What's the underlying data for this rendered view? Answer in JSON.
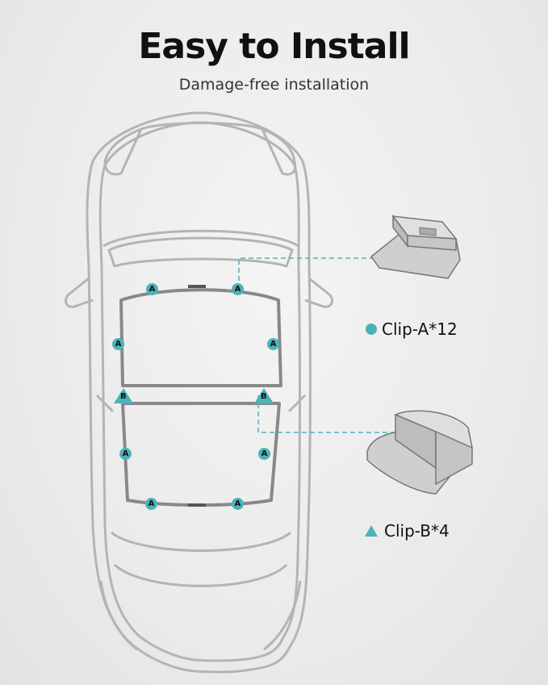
{
  "header": {
    "title": "Easy to Install",
    "subtitle": "Damage-free installation"
  },
  "markers": {
    "a": "A",
    "b": "B"
  },
  "legend": {
    "clip_a": "Clip-A*12",
    "clip_b": "Clip-B*4"
  },
  "colors": {
    "accent": "#4bb3b8",
    "car_outline": "#b0b0b0",
    "frame": "#888888",
    "leader_line": "#4bb3b8"
  }
}
